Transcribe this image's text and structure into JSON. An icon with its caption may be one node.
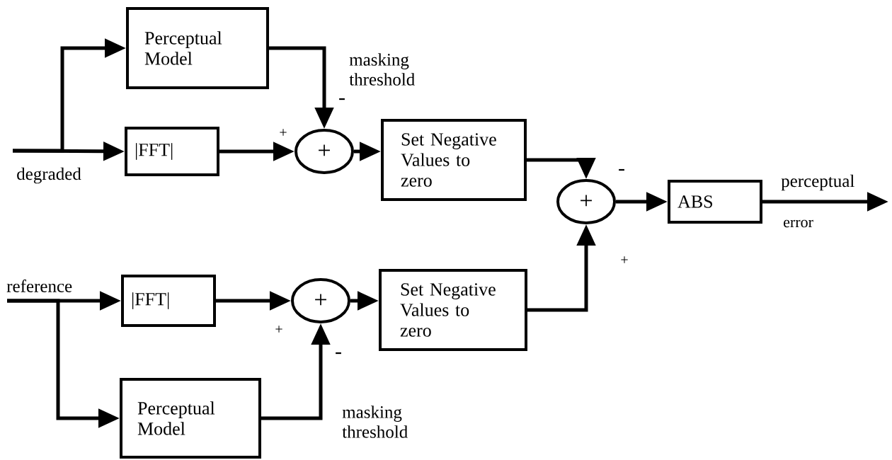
{
  "diagram": {
    "nodes": [
      {
        "text": [
          "Perceptual Model"
        ]
      },
      {
        "text": [
          "|FFT|"
        ]
      },
      {
        "text": [
          "+"
        ]
      },
      {
        "text": [
          "Set Negative Values to zero"
        ]
      },
      {
        "text": [
          "+"
        ]
      },
      {
        "text": [
          "ABS"
        ]
      },
      {
        "text": [
          "|FFT|"
        ]
      },
      {
        "text": [
          "+"
        ]
      },
      {
        "text": [
          "Set Negative Values to zero"
        ]
      },
      {
        "text": [
          "Perceptual Model"
        ]
      }
    ],
    "edges": [
      {
        "from": null,
        "to": 0,
        "arrow": "to"
      },
      {
        "from": null,
        "to": 1,
        "arrow": "to"
      },
      {
        "from": 0,
        "to": 2,
        "arrow": "to"
      },
      {
        "from": 1,
        "to": 2,
        "arrow": "to"
      },
      {
        "from": 2,
        "to": 3,
        "arrow": "to"
      },
      {
        "from": 3,
        "to": 4,
        "arrow": "to"
      },
      {
        "from": null,
        "to": 6,
        "arrow": "to"
      },
      {
        "from": null,
        "to": 9,
        "arrow": "to"
      },
      {
        "from": 6,
        "to": 7,
        "arrow": "to"
      },
      {
        "from": 9,
        "to": 7,
        "arrow": "to"
      },
      {
        "from": 7,
        "to": 8,
        "arrow": "to"
      },
      {
        "from": 8,
        "to": 4,
        "arrow": "to"
      },
      {
        "from": 4,
        "to": 5,
        "arrow": "to"
      },
      {
        "from": 5,
        "to": null,
        "arrow": "to"
      }
    ],
    "labels": [
      "masking threshold",
      "-",
      "+",
      "degraded",
      "-",
      "perceptual",
      "error",
      "reference",
      "+",
      "+",
      "-",
      "masking threshold"
    ]
  }
}
